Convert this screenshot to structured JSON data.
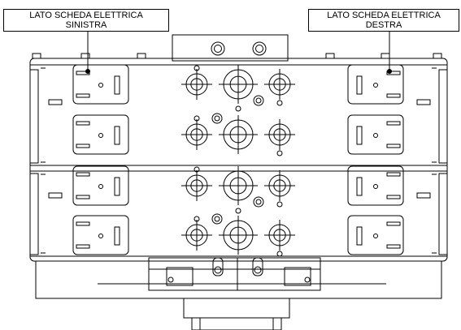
{
  "labels": {
    "left_line1": "LATO SCHEDA ELETTRICA",
    "left_line2": "SINISTRA",
    "right_line1": "LATO SCHEDA ELETTRICA",
    "right_line2": "DESTRA"
  },
  "colors": {
    "line": "#000000",
    "background": "#ffffff"
  }
}
